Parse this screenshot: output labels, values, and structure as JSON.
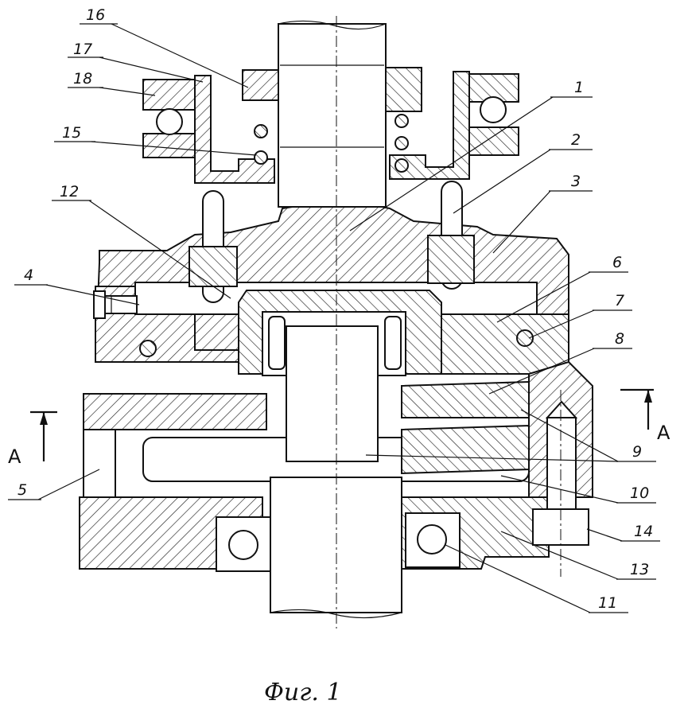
{
  "figure": {
    "caption": "Фиг. 1",
    "section_left": "A",
    "section_right": "A"
  },
  "labels": [
    {
      "id": "l16",
      "text": "16"
    },
    {
      "id": "l17",
      "text": "17"
    },
    {
      "id": "l18",
      "text": "18"
    },
    {
      "id": "l15",
      "text": "15"
    },
    {
      "id": "l12",
      "text": "12"
    },
    {
      "id": "l4",
      "text": "4"
    },
    {
      "id": "l5",
      "text": "5"
    },
    {
      "id": "l1",
      "text": "1"
    },
    {
      "id": "l2",
      "text": "2"
    },
    {
      "id": "l3",
      "text": "3"
    },
    {
      "id": "l6",
      "text": "6"
    },
    {
      "id": "l7",
      "text": "7"
    },
    {
      "id": "l8",
      "text": "8"
    },
    {
      "id": "l9",
      "text": "9"
    },
    {
      "id": "l10",
      "text": "10"
    },
    {
      "id": "l14",
      "text": "14"
    },
    {
      "id": "l13",
      "text": "13"
    },
    {
      "id": "l11",
      "text": "11"
    }
  ]
}
